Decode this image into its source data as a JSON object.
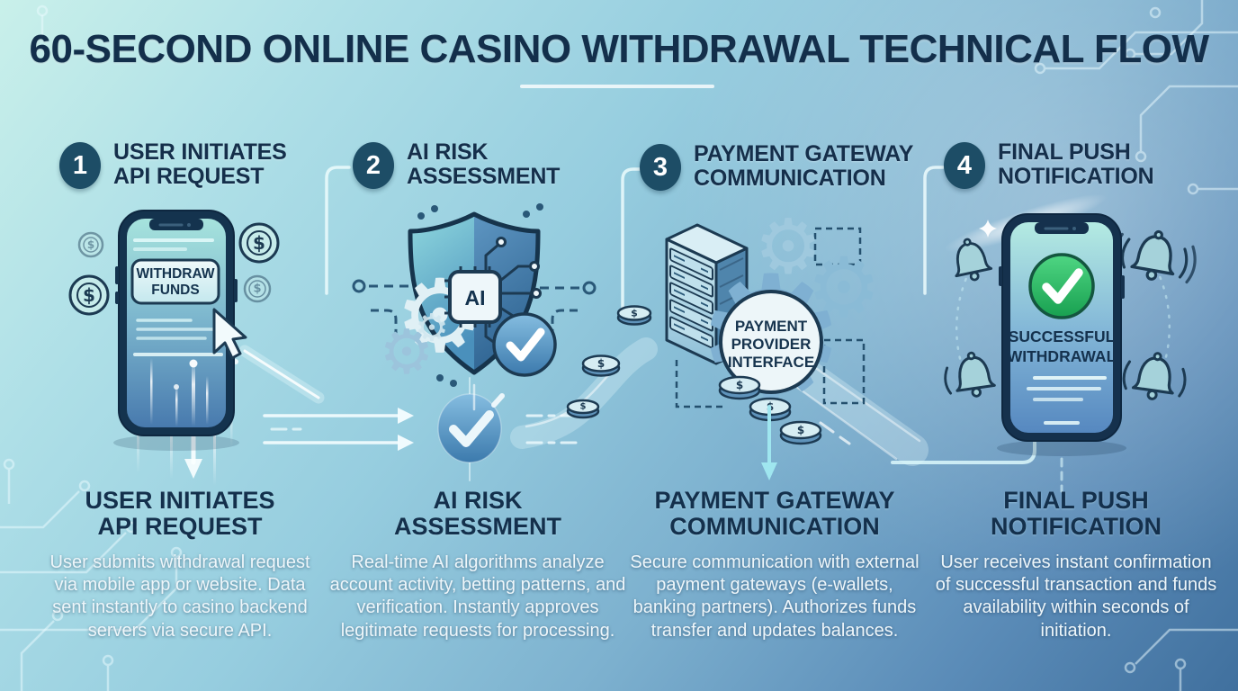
{
  "title": "60-SECOND ONLINE CASINO WITHDRAWAL TECHNICAL FLOW",
  "steps": [
    {
      "number": "1",
      "heading_line1": "USER INITIATES",
      "heading_line2": "API REQUEST",
      "description": "User submits withdrawal request via mobile app or website. Data sent instantly to casino backend servers via secure API.",
      "phone_button_line1": "WITHDRAW",
      "phone_button_line2": "FUNDS"
    },
    {
      "number": "2",
      "heading_line1": "AI RISK",
      "heading_line2": "ASSESSMENT",
      "description": "Real-time AI algorithms analyze account activity, betting patterns, and verification. Instantly approves legitimate requests for processing.",
      "chip_label": "AI"
    },
    {
      "number": "3",
      "heading_line1": "PAYMENT GATEWAY",
      "heading_line2": "COMMUNICATION",
      "description": "Secure communication with external payment gateways (e-wallets, banking partners). Authorizes funds transfer and updates balances.",
      "gear_label_line1": "PAYMENT",
      "gear_label_line2": "PROVIDER",
      "gear_label_line3": "INTERFACE"
    },
    {
      "number": "4",
      "heading_line1": "FINAL PUSH",
      "heading_line2": "NOTIFICATION",
      "description": "User receives instant confirmation of successful transaction and funds availability within seconds of initiation.",
      "phone_status_line1": "SUCCESSFUL",
      "phone_status_line2": "WITHDRAWAL"
    }
  ],
  "icons": {
    "gear": "⚙",
    "dollar": "$"
  },
  "colors": {
    "heading_navy": "#14304c",
    "body_text": "#eef6fa",
    "number_badge": "#1d4d66",
    "accent_green": "#1ba355",
    "accent_blue": "#3f7cae",
    "outline_navy": "#1c3a52"
  }
}
